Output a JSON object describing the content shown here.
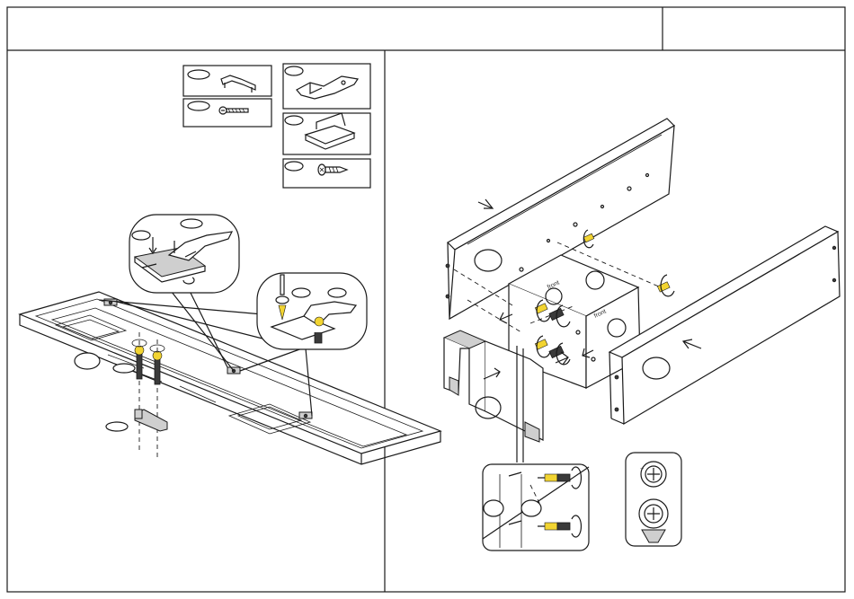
{
  "header": {
    "title": "",
    "step_box": ""
  },
  "left_panel": {
    "part_labels": [
      "",
      "",
      "",
      "",
      "",
      "",
      "",
      "",
      ""
    ]
  },
  "right_panel": {
    "panel_labels": [
      "",
      "",
      "",
      "",
      "",
      "",
      ""
    ],
    "printed_mark": "front",
    "screw_tip_symbols": [
      "correct",
      "incorrect"
    ]
  },
  "colors": {
    "line": "#1a1a1a",
    "screw_highlight": "#f2d431",
    "grey_fill": "#cfcfcf"
  }
}
